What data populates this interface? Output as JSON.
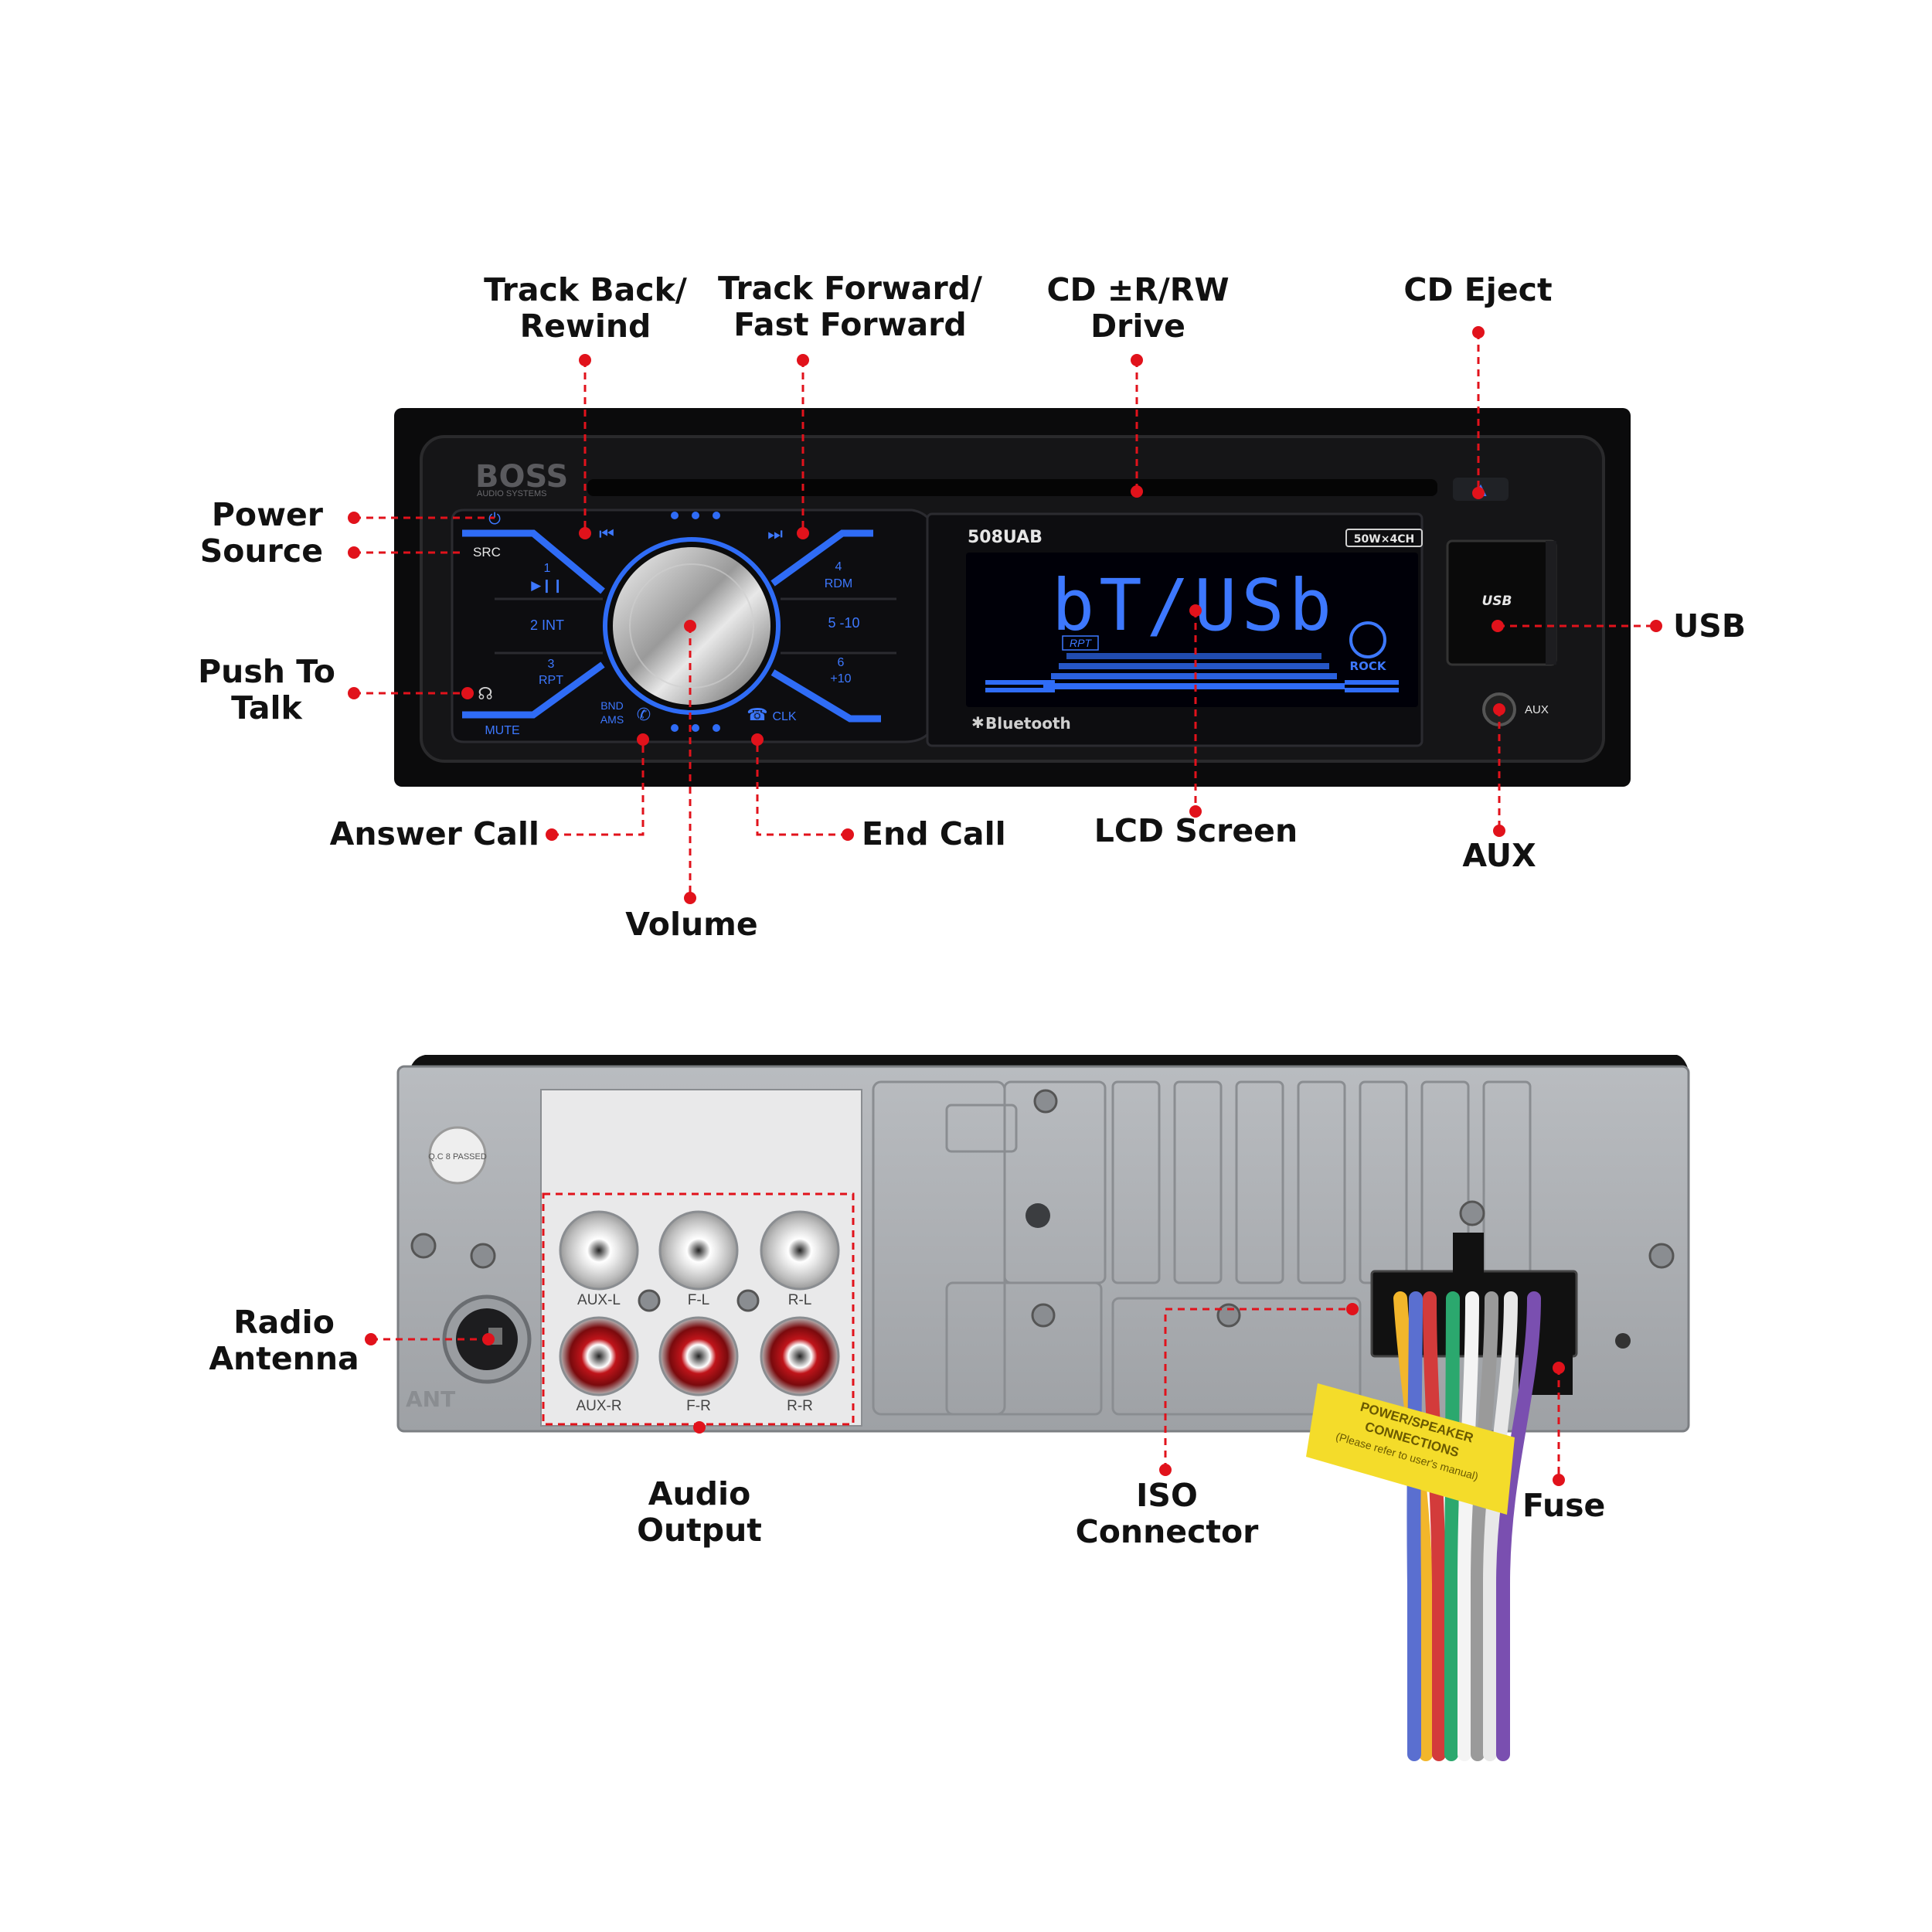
{
  "front_panel": {
    "brand": "BOSS",
    "brand_sub": "AUDIO SYSTEMS",
    "model": "508UAB",
    "power_badge": "50W×4CH",
    "display_text": "bT/USb",
    "display_tag_rpt": "RPT",
    "display_eq": "ROCK",
    "bluetooth_label": "Bluetooth",
    "usb_label": "USB",
    "aux_label": "AUX",
    "buttons": {
      "src": "SRC",
      "mute": "MUTE",
      "b1_num": "1",
      "b1_icon": "▶❙❙",
      "b2": "2 INT",
      "b3_num": "3",
      "b3_sub": "RPT",
      "b4_num": "4",
      "b4_sub": "RDM",
      "b5": "5  -10",
      "b6_num": "6",
      "b6_sub": "+10",
      "bnd": "BND",
      "ams": "AMS",
      "clk": "CLK",
      "prev_icon": "⏮",
      "next_icon": "⏭"
    }
  },
  "rear_panel": {
    "qc_sticker": "Q.C 8 PASSED",
    "ant_label": "ANT",
    "rca_labels": [
      "AUX-L",
      "F-L",
      "R-L",
      "AUX-R",
      "F-R",
      "R-R"
    ],
    "harness_tag": [
      "POWER/SPEAKER",
      "CONNECTIONS",
      "(Please refer to user's manual)"
    ]
  },
  "callouts": {
    "track_back": "Track Back/\nRewind",
    "track_forward": "Track Forward/\nFast Forward",
    "cd_drive": "CD ±R/RW\nDrive",
    "cd_eject": "CD Eject",
    "power": "Power",
    "source": "Source",
    "push_to_talk": "Push To\nTalk",
    "usb": "USB",
    "answer_call": "Answer Call",
    "end_call": "End Call",
    "lcd_screen": "LCD Screen",
    "aux": "AUX",
    "volume": "Volume",
    "radio_antenna": "Radio\nAntenna",
    "audio_output": "Audio\nOutput",
    "iso_connector": "ISO\nConnector",
    "fuse": "Fuse"
  },
  "colors": {
    "callout_red": "#e1121b",
    "button_blue": "#2f6cf6",
    "lcd_blue": "#3d78ff",
    "chassis_gray": "#a9acb0",
    "panel_black": "#0b0b0c"
  }
}
